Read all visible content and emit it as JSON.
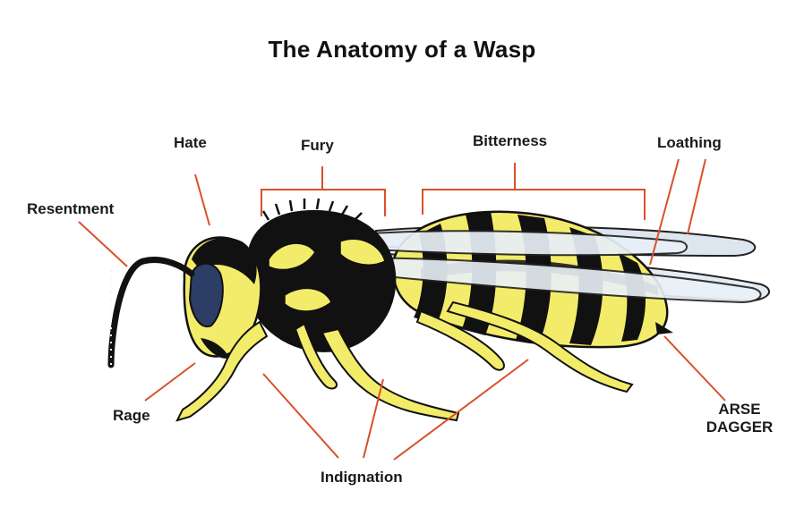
{
  "title": "The Anatomy of a Wasp",
  "labels": {
    "hate": "Hate",
    "fury": "Fury",
    "bitterness": "Bitterness",
    "loathing": "Loathing",
    "resentment": "Resentment",
    "rage": "Rage",
    "indignation": "Indignation",
    "arse_dagger_line1": "ARSE",
    "arse_dagger_line2": "DAGGER"
  },
  "colors": {
    "leader_line": "#d9502a",
    "body_yellow": "#f3ec6a",
    "body_black": "#111111",
    "wing": "#dfe8f1"
  }
}
